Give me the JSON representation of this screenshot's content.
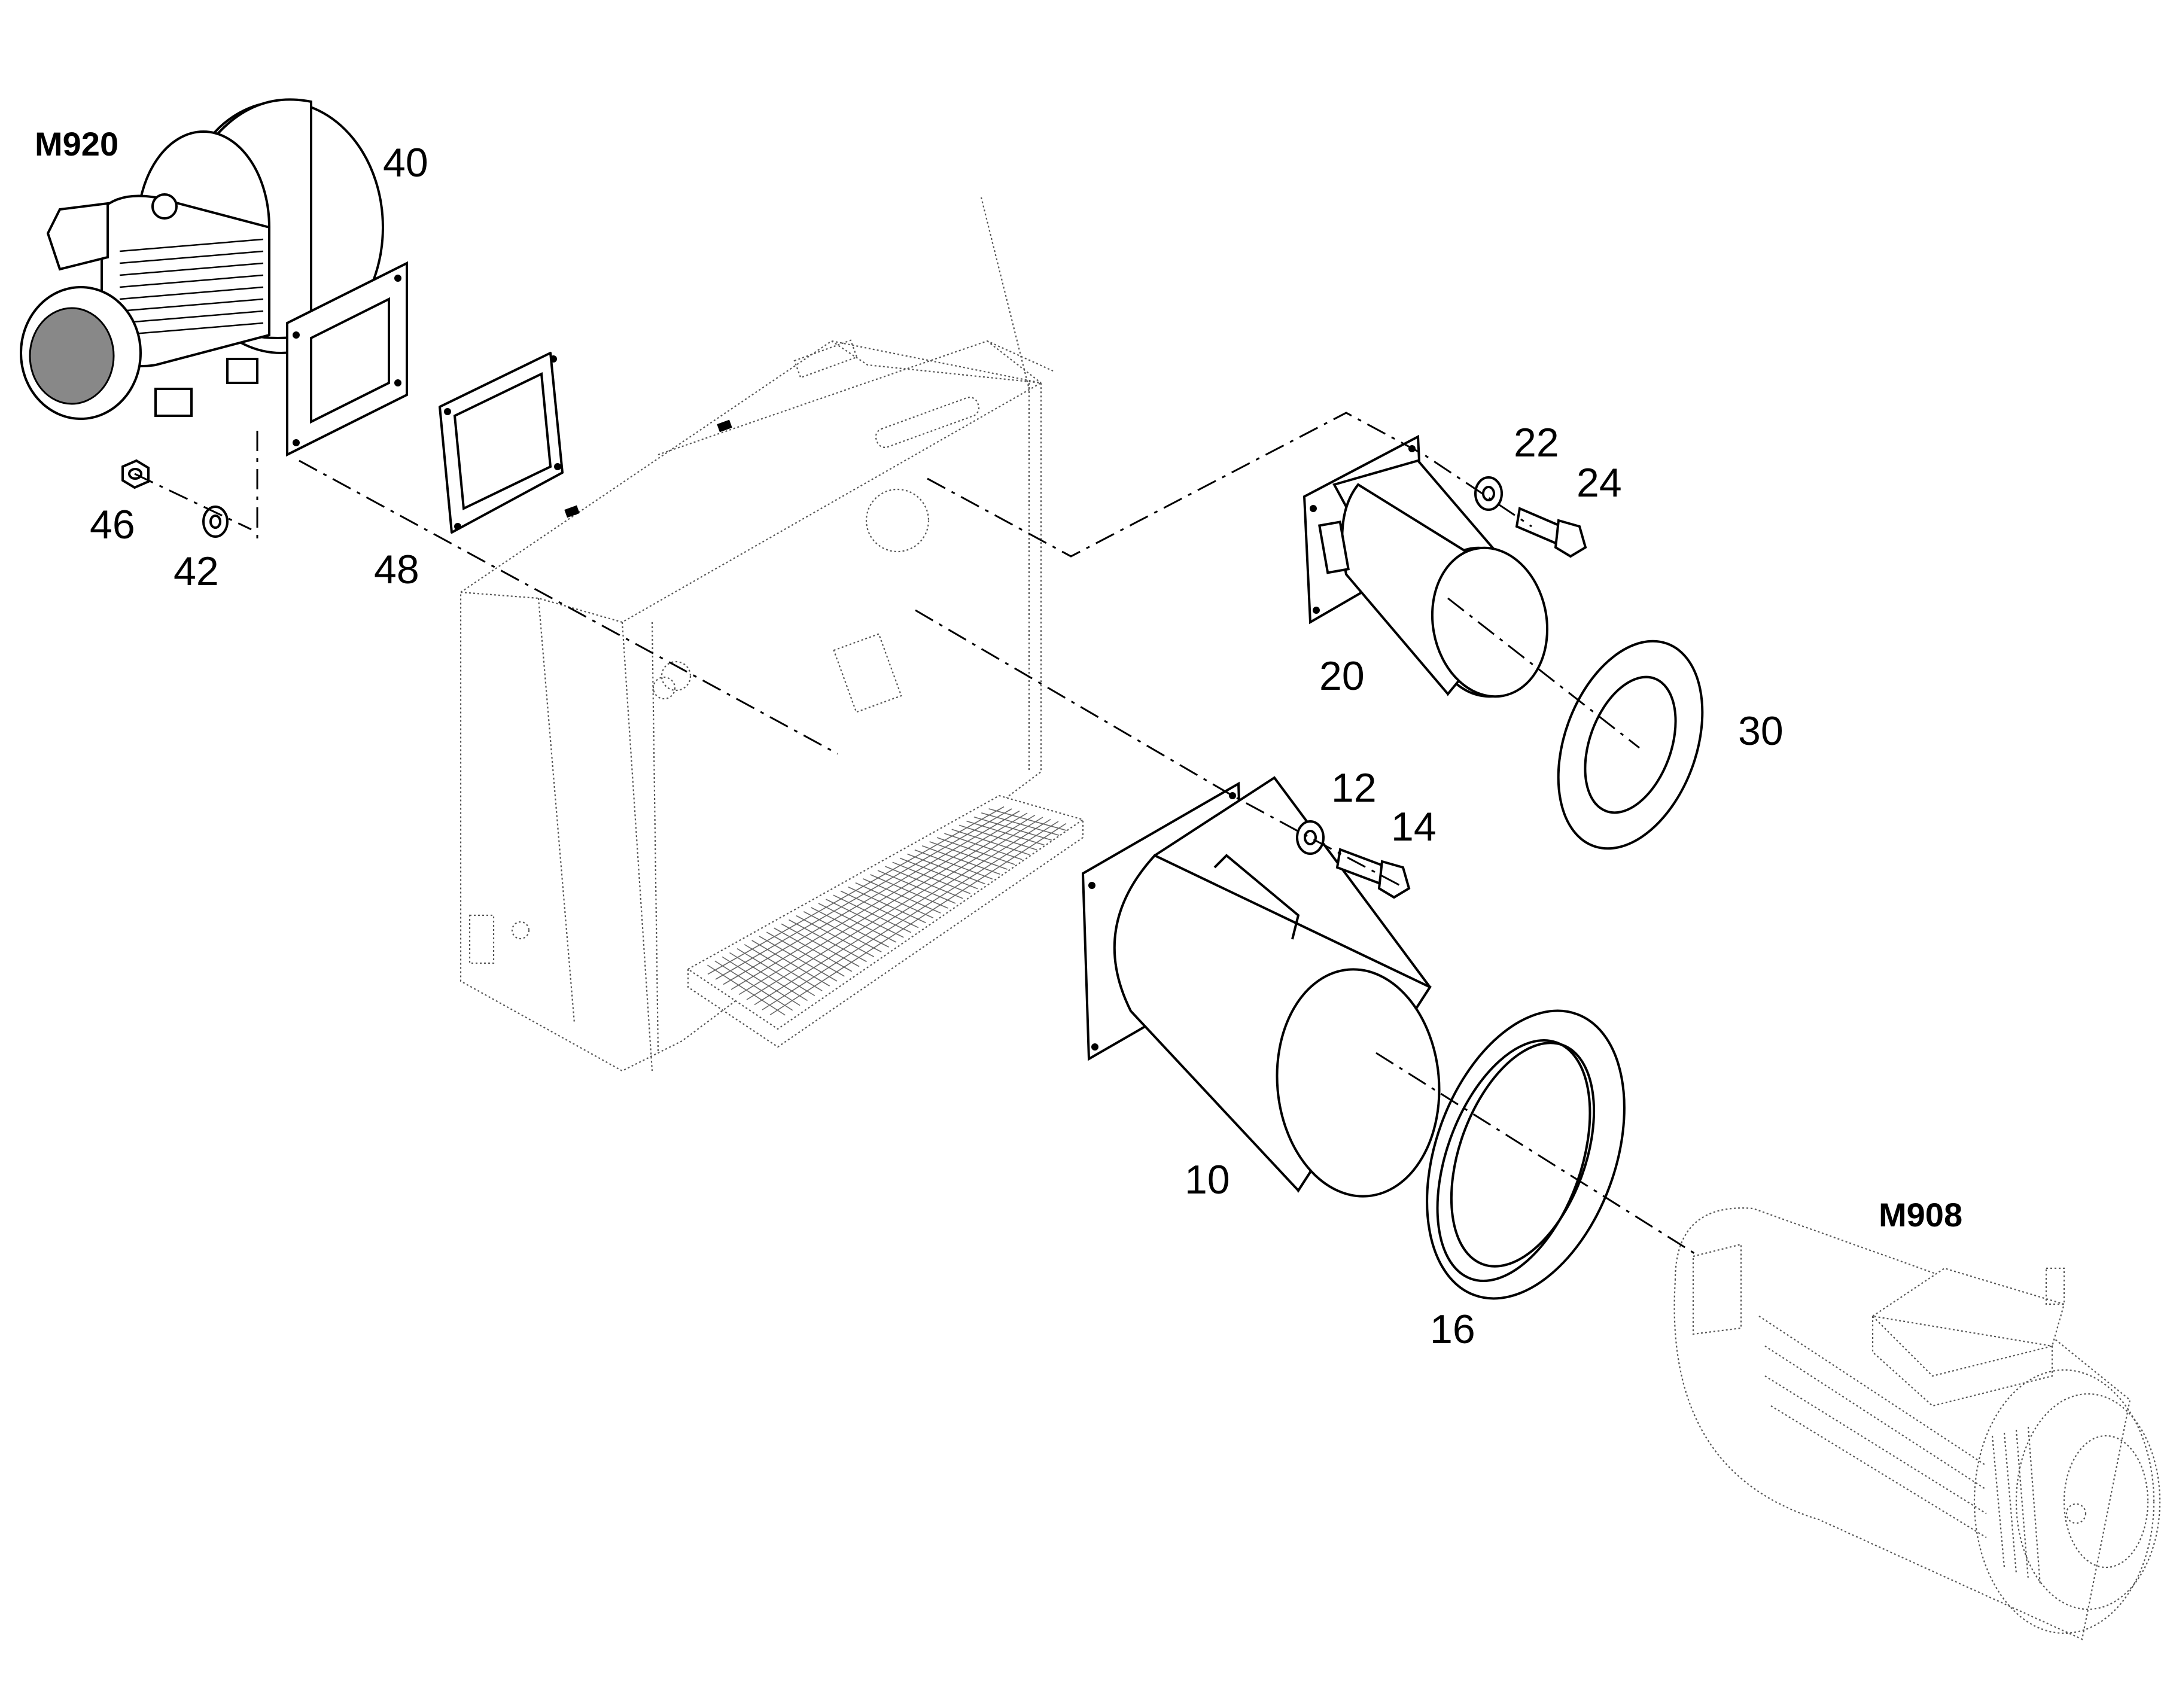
{
  "labels": {
    "m920": "M920",
    "m908": "M908",
    "p40": "40",
    "p48": "48",
    "p46": "46",
    "p42": "42",
    "p22": "22",
    "p24": "24",
    "p20": "20",
    "p30": "30",
    "p12": "12",
    "p14": "14",
    "p10": "10",
    "p16": "16"
  }
}
